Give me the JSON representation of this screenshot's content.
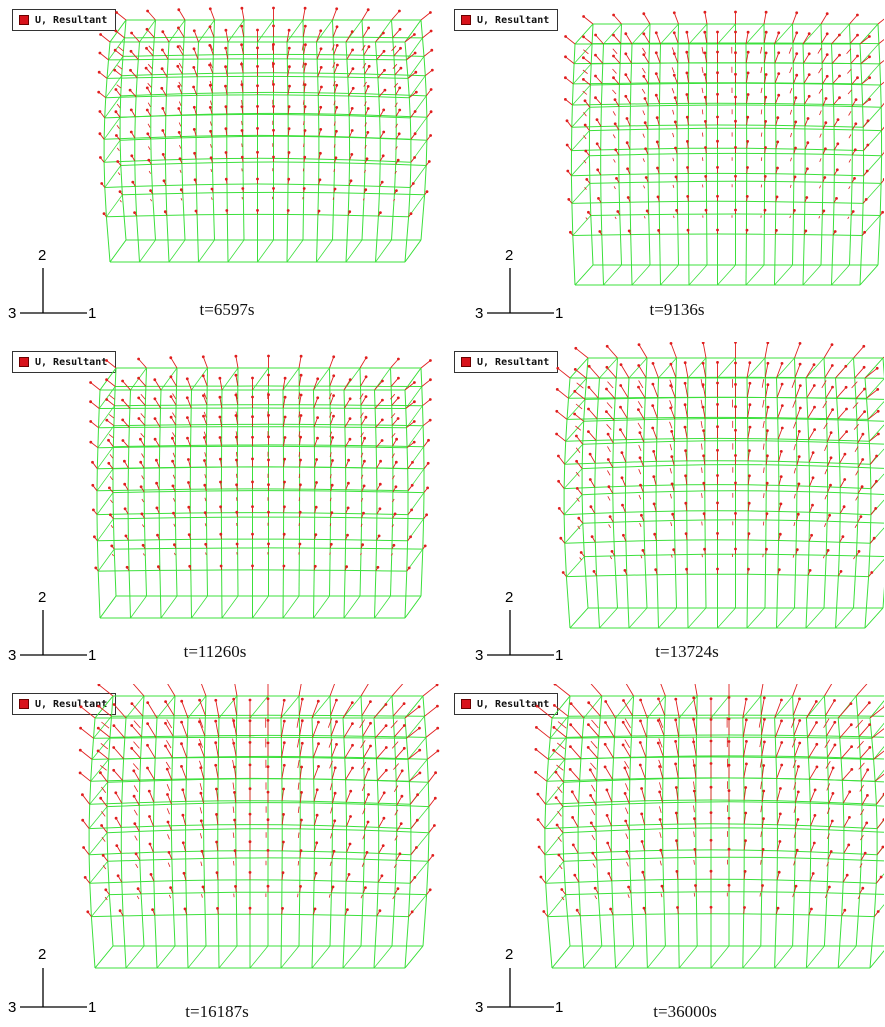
{
  "legend_label": "U, Resultant",
  "colors": {
    "mesh": "#3ce03c",
    "vectors": "#e01e1e",
    "legend_swatch": "#d8121b"
  },
  "axes": {
    "vertical": "2",
    "horizontal": "1",
    "out_of_plane": "3"
  },
  "panels": [
    {
      "time": "t=6597s"
    },
    {
      "time": "t=9136s"
    },
    {
      "time": "t=11260s"
    },
    {
      "time": "t=13724s"
    },
    {
      "time": "t=16187s"
    },
    {
      "time": "t=36000s"
    }
  ]
}
